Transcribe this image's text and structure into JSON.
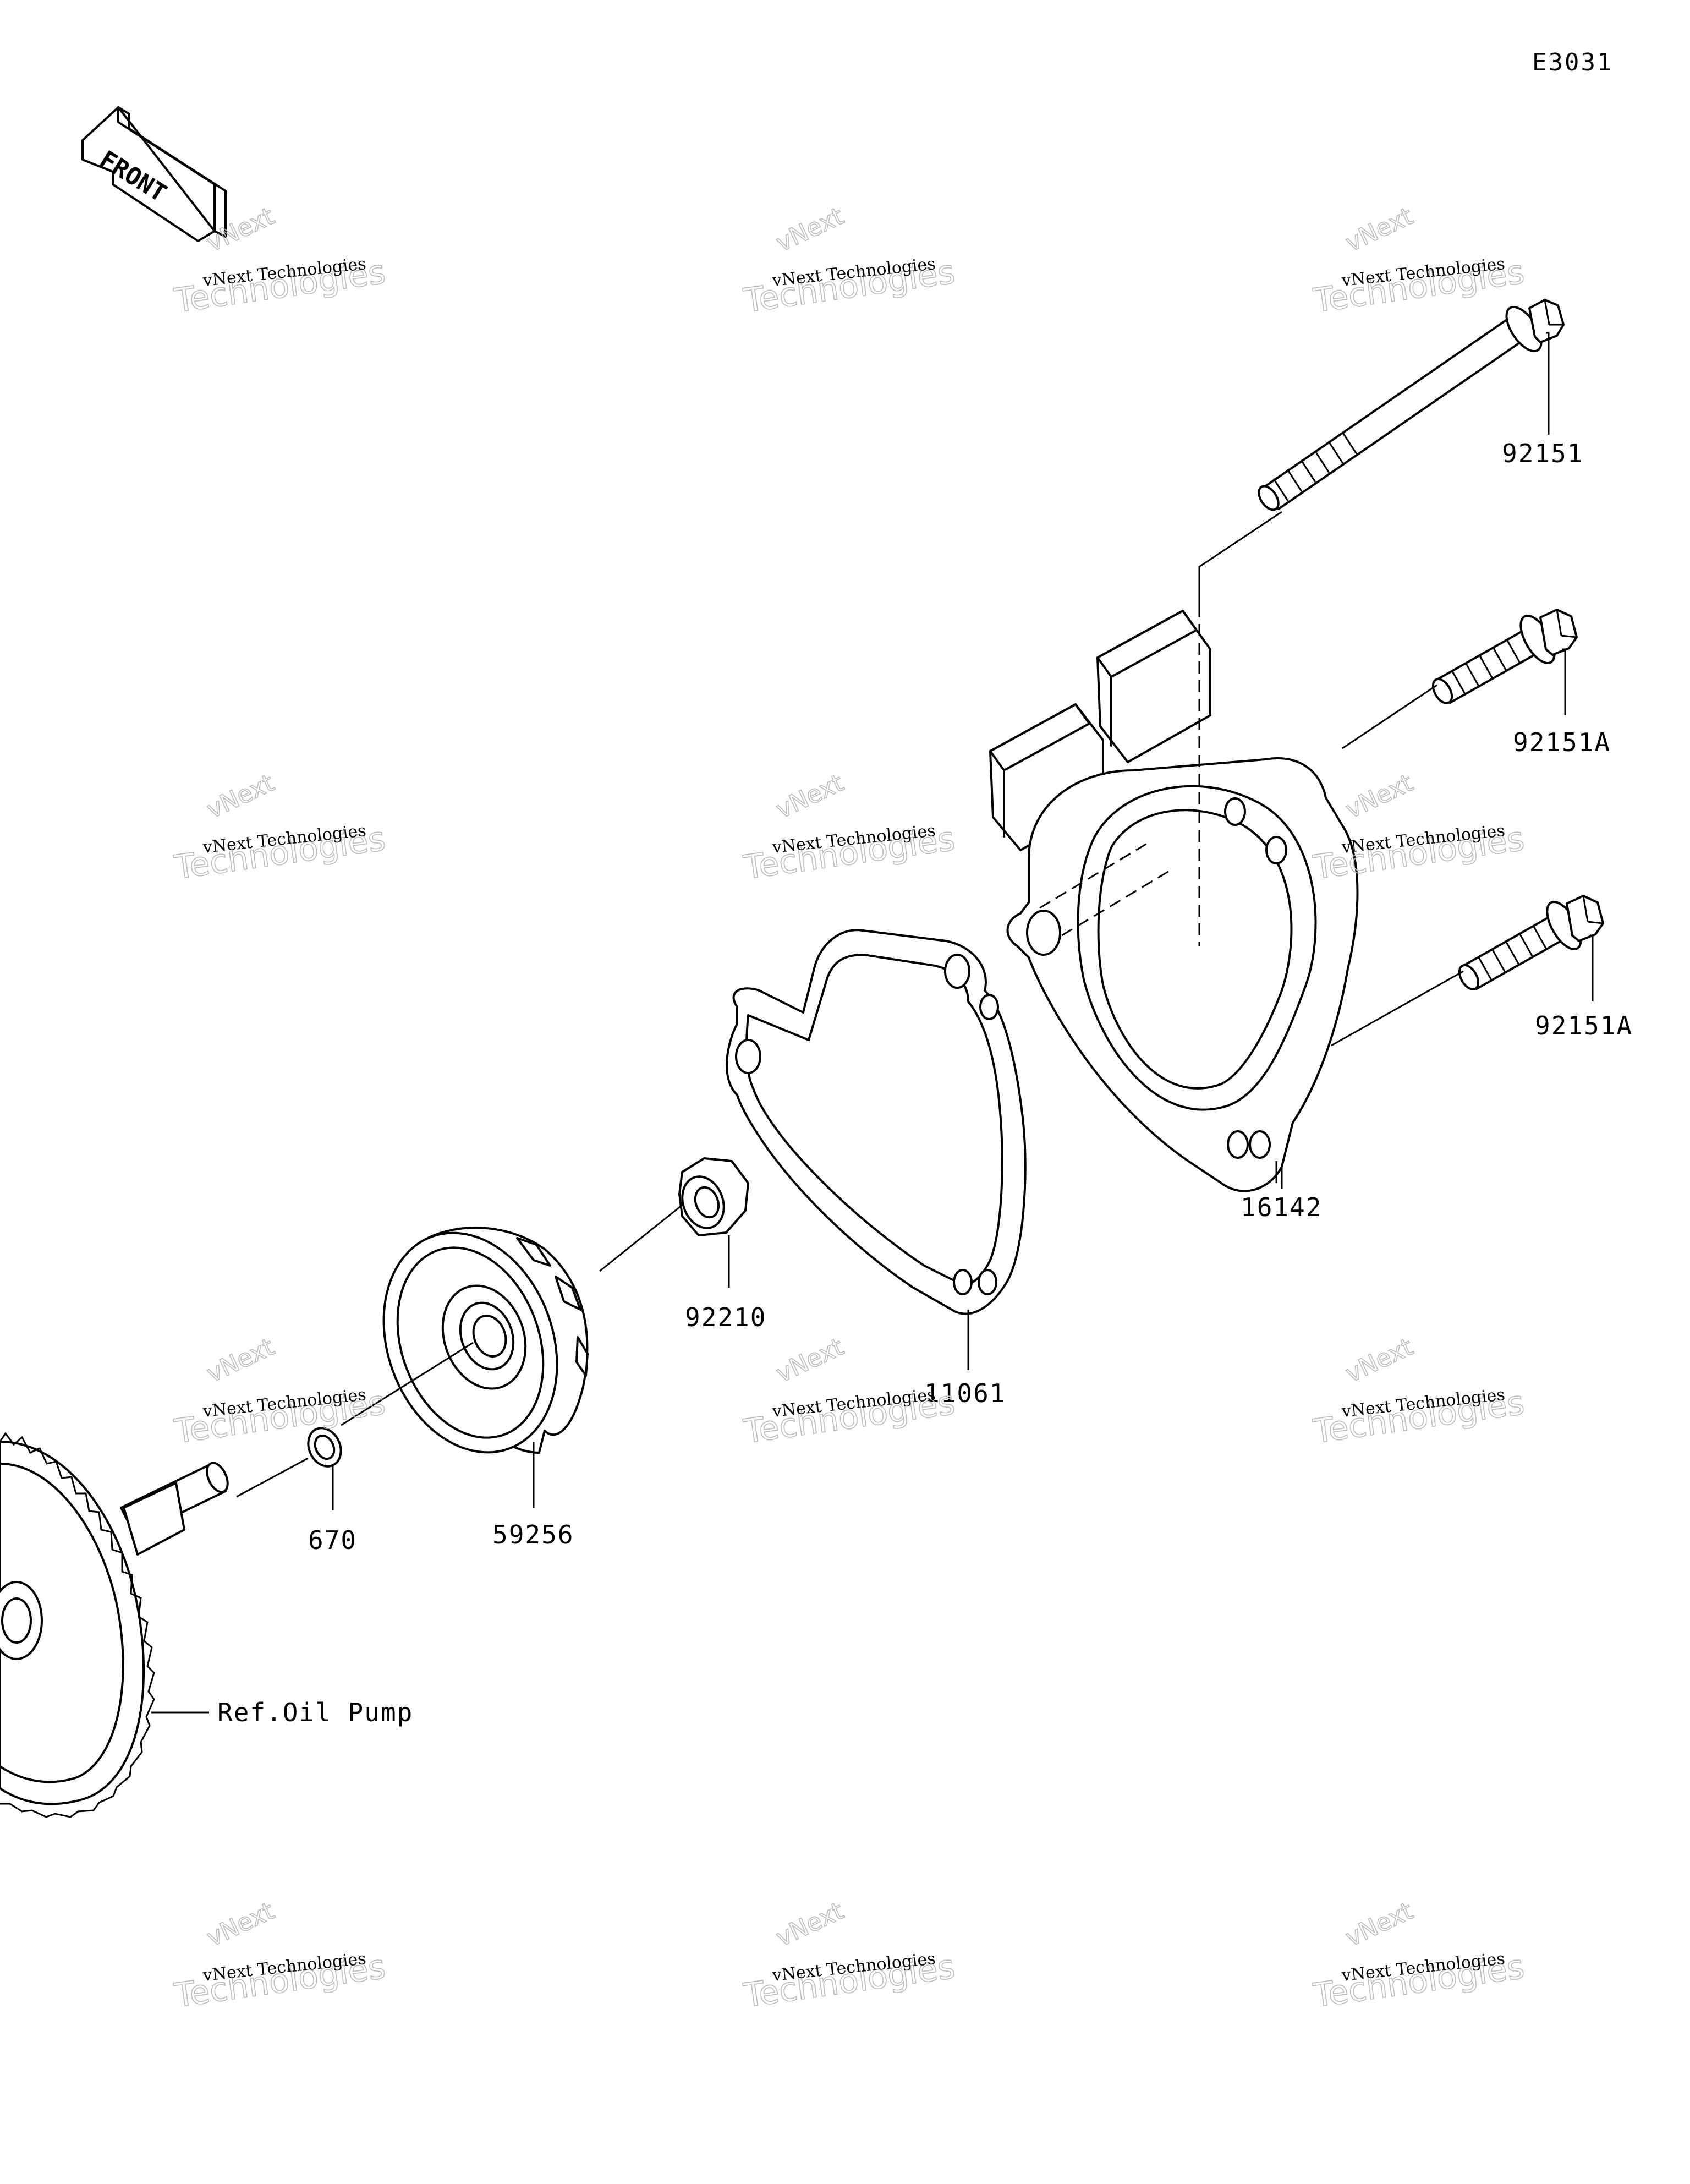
{
  "diagram": {
    "code": "E3031",
    "front_label": "FRONT",
    "parts": [
      {
        "id": "bolt-long",
        "label": "92151"
      },
      {
        "id": "bolt-upper",
        "label": "92151A"
      },
      {
        "id": "bolt-lower",
        "label": "92151A"
      },
      {
        "id": "pump-cover",
        "label": "16142"
      },
      {
        "id": "gasket",
        "label": "11061"
      },
      {
        "id": "nut",
        "label": "92210"
      },
      {
        "id": "impeller",
        "label": "59256"
      },
      {
        "id": "washer",
        "label": "670"
      }
    ],
    "reference": "Ref.Oil Pump",
    "watermark": {
      "line1": "vNext Technologies",
      "line2": "vNext",
      "line3": "Technologies"
    }
  }
}
